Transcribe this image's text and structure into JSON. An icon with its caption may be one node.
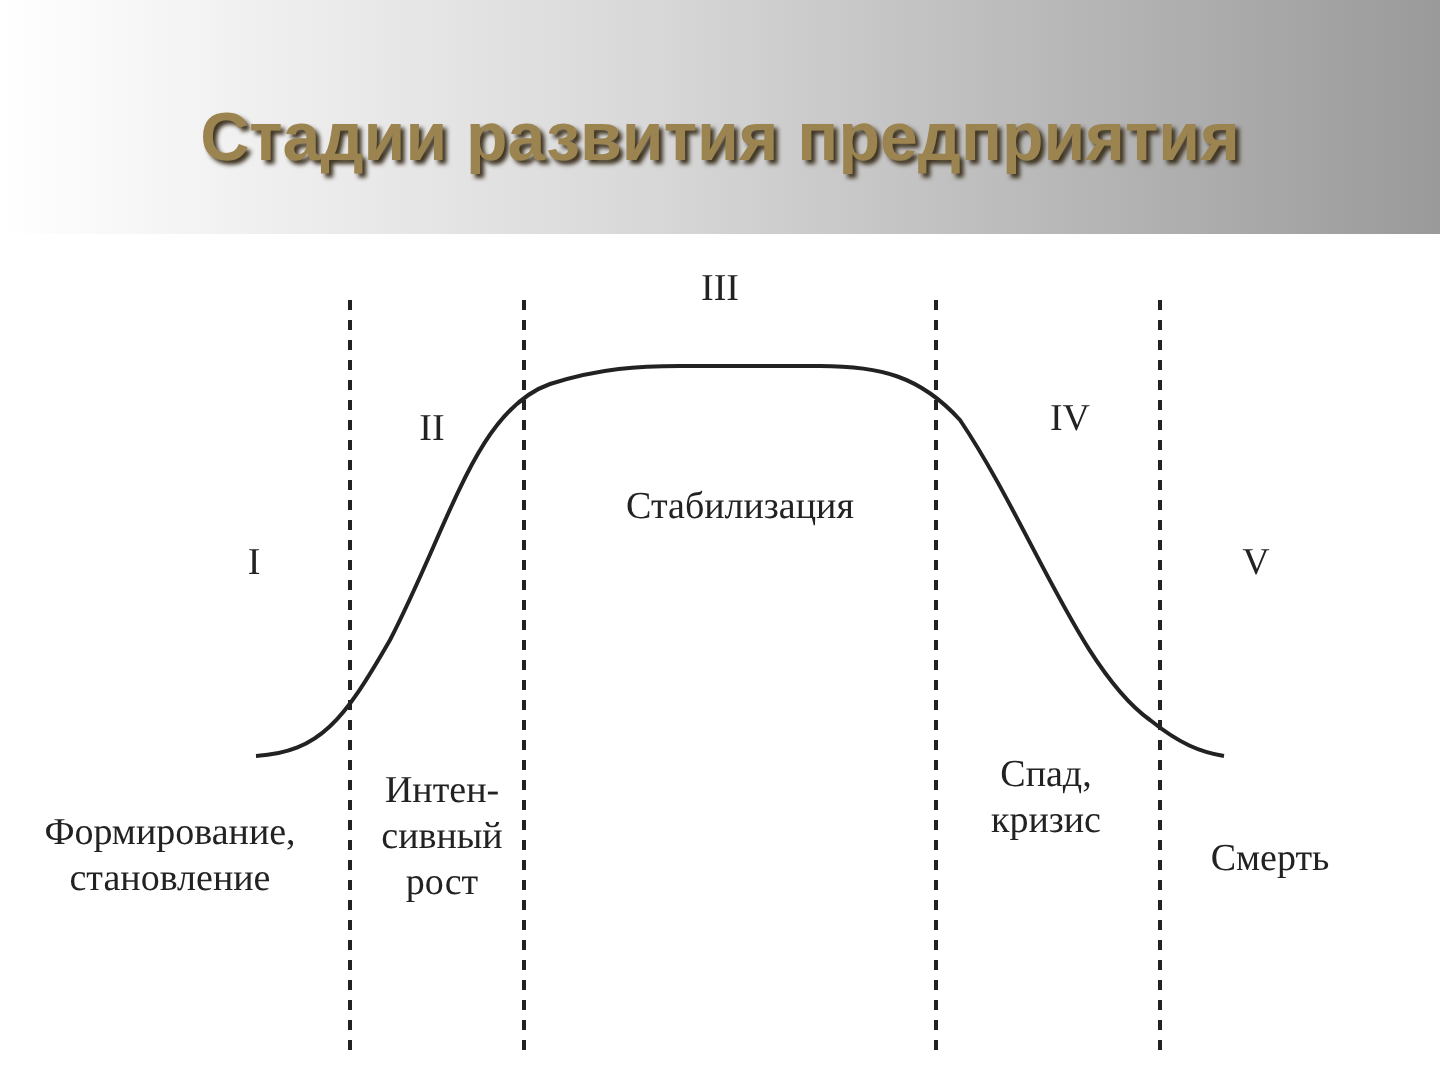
{
  "diagram": {
    "title": "Стадии развития предприятия",
    "labels": [
      "III",
      "II",
      "IV",
      "I",
      "Стабилизация",
      "V",
      "Формирование, становление",
      "Интен- сивный рост",
      "Спад, кризис",
      "Смерть"
    ]
  }
}
